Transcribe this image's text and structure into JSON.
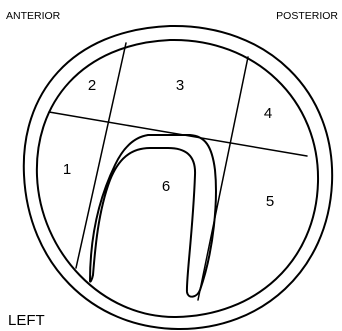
{
  "labels": {
    "anterior": "ANTERIOR",
    "posterior": "POSTERIOR",
    "left": "LEFT"
  },
  "zones": [
    "1",
    "2",
    "3",
    "4",
    "5",
    "6"
  ]
}
